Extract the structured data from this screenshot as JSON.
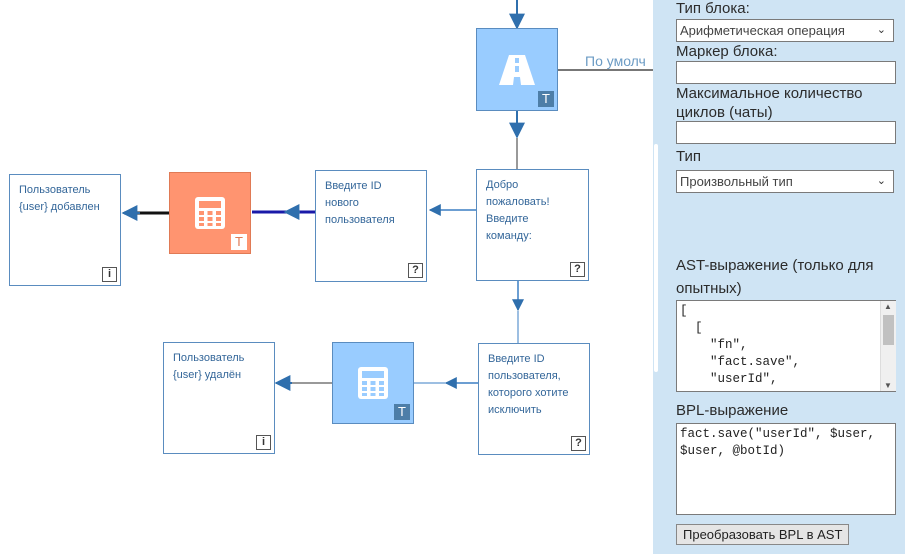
{
  "canvas": {
    "edge_label": "По умолч",
    "nodes": {
      "added": {
        "text": "Пользователь\n{user} добавлен",
        "badge": "i"
      },
      "enter_new": {
        "text": "Введите ID\nнового\nпользователя",
        "badge": "?"
      },
      "welcome": {
        "text": "Добро\nпожаловать!\nВведите\nкоманду:",
        "badge": "?"
      },
      "removed": {
        "text": "Пользователь\n{user} удалён",
        "badge": "i"
      },
      "enter_exclude": {
        "text": "Введите ID\nпользователя,\nкоторого хотите\nисключить",
        "badge": "?"
      }
    },
    "t_badge": "T",
    "colors": {
      "blue_block": "#99ccff",
      "orange_block": "#ff9470",
      "link": "#3b7fc4"
    }
  },
  "panel": {
    "block_type_label": "Тип блока:",
    "block_type_value": "Арифметическая операция",
    "marker_label": "Маркер блока:",
    "max_cycles_label": "Максимальное количество циклов (чаты)",
    "type_label": "Тип",
    "type_value": "Произвольный тип",
    "ast_label": "AST-выражение (только для опытных)",
    "ast_value": "[\n  [\n    \"fn\",\n    \"fact.save\",\n    \"userId\",",
    "bpl_label": "BPL-выражение",
    "bpl_value": "fact.save(\"userId\", $user,\n$user, @botId)",
    "convert_button": "Преобразовать BPL в AST"
  }
}
